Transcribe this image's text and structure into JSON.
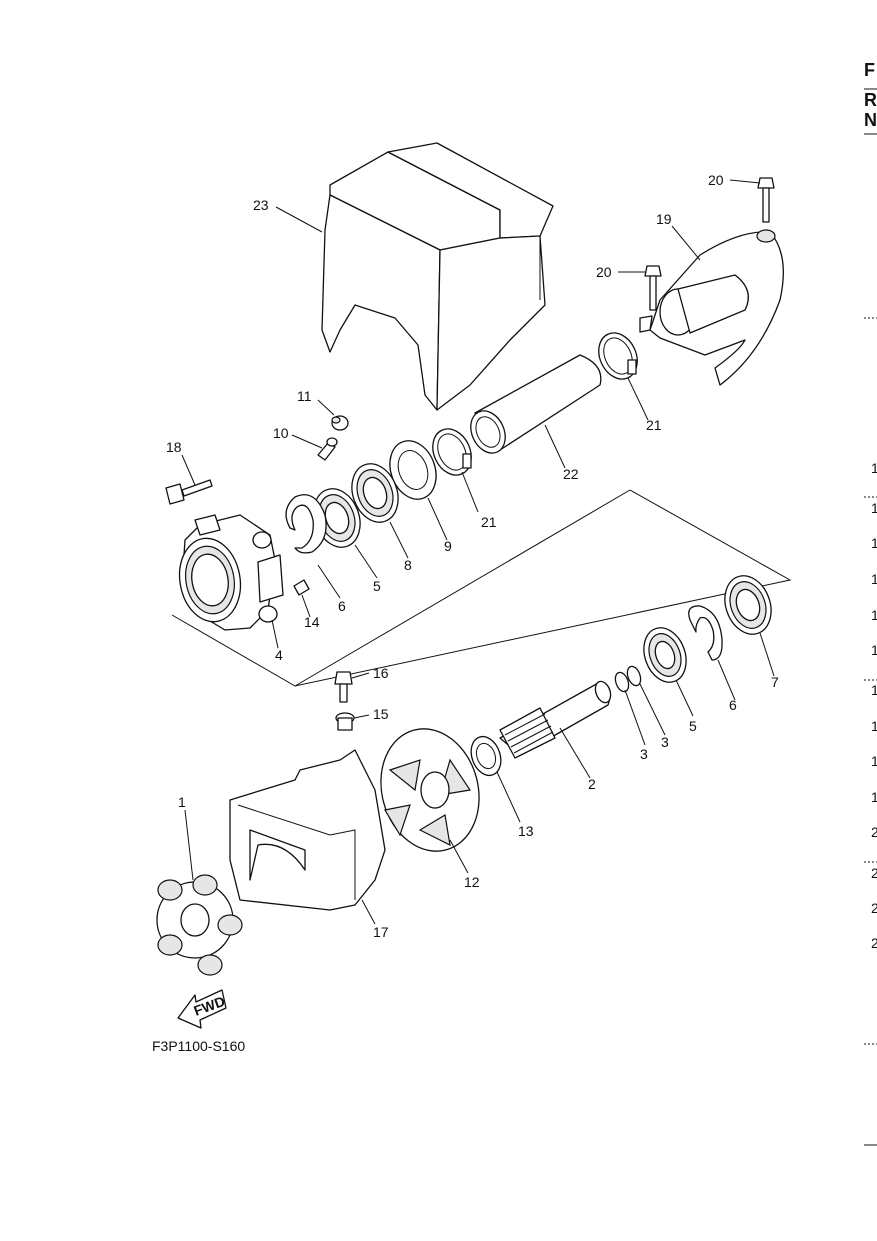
{
  "diagram": {
    "callouts": {
      "c1": "1",
      "c2": "2",
      "c3a": "3",
      "c3b": "3",
      "c4": "4",
      "c5a": "5",
      "c5b": "5",
      "c6a": "6",
      "c6b": "6",
      "c7": "7",
      "c8": "8",
      "c9": "9",
      "c10": "10",
      "c11": "11",
      "c12": "12",
      "c13": "13",
      "c14": "14",
      "c15": "15",
      "c16": "16",
      "c17": "17",
      "c18": "18",
      "c19": "19",
      "c20a": "20",
      "c20b": "20",
      "c21a": "21",
      "c21b": "21",
      "c22": "22",
      "c23": "23"
    },
    "fwd_label": "FWD",
    "figure_code": "F3P1100-S160"
  },
  "right_edge": {
    "header_letters": [
      "F",
      "R",
      "N"
    ],
    "row_fragments": [
      "1",
      "1",
      "1",
      "1",
      "1",
      "1",
      "1",
      "1",
      "1",
      "1",
      "2",
      "2",
      "2",
      "2"
    ]
  }
}
